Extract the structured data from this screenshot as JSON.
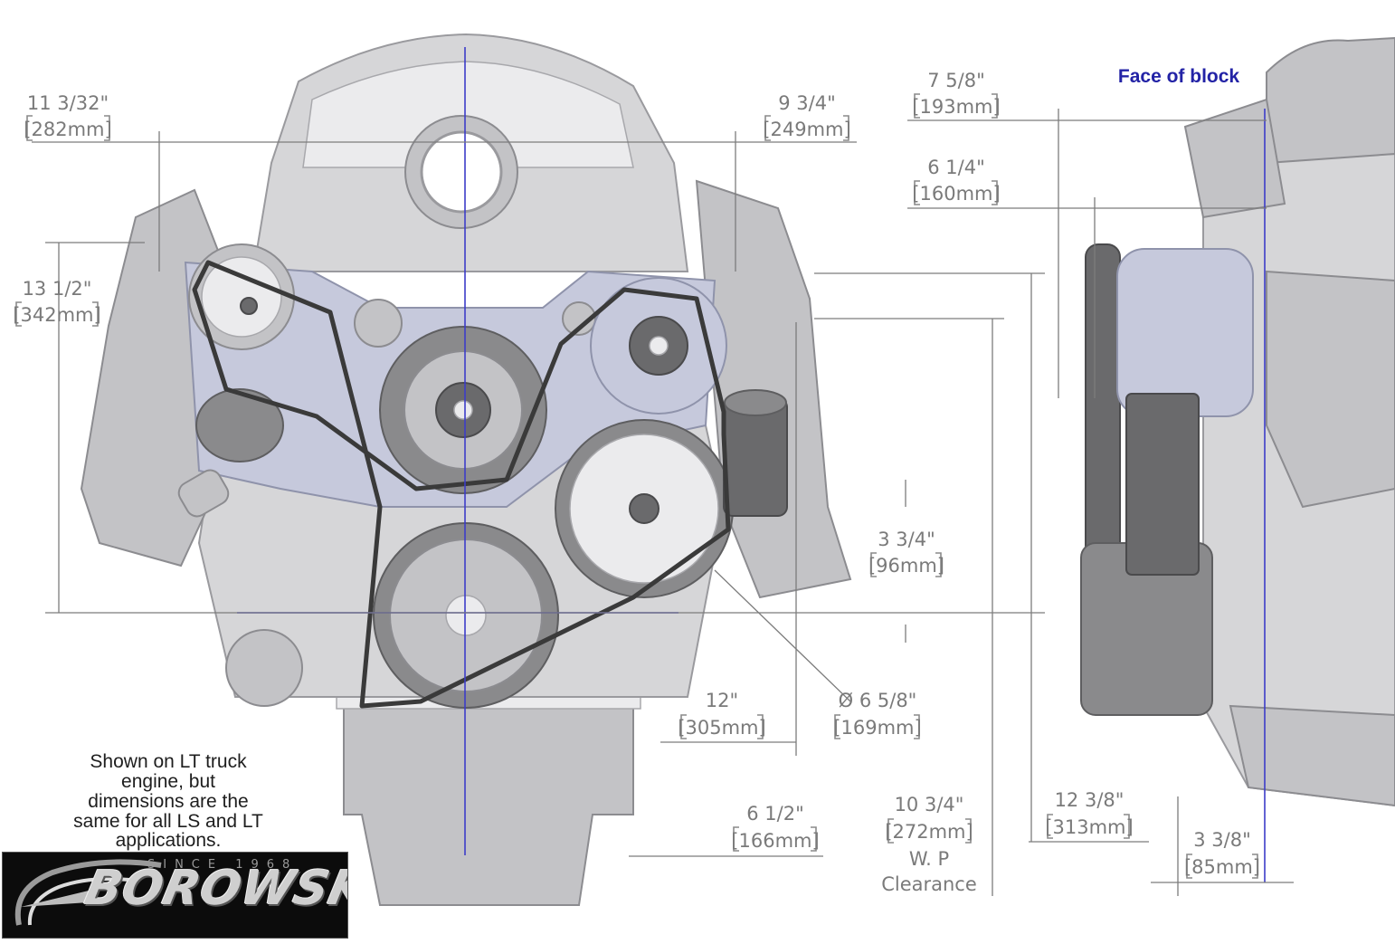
{
  "labels": {
    "face_of_block": "Face of block",
    "top_left": [
      "11 3/32\"",
      "[282mm]"
    ],
    "top_mid": [
      "9 3/4\"",
      "[249mm]"
    ],
    "right_top1": [
      "7 5/8\"",
      "[193mm]"
    ],
    "right_top2": [
      "6 1/4\"",
      "[160mm]"
    ],
    "left_height": [
      "13 1/2\"",
      "[342mm]"
    ],
    "mid_right": [
      "3 3/4\"",
      "[96mm]"
    ],
    "bottom_12": [
      "12\"",
      "[305mm]"
    ],
    "pulley_dia": [
      "Ø 6 5/8\"",
      "[169mm]"
    ],
    "bottom_6_5": [
      "6 1/2\"",
      "[166mm]"
    ],
    "bottom_10_75": [
      "10 3/4\"",
      "[272mm]",
      "W. P",
      "Clearance"
    ],
    "bottom_12_38": [
      "12 3/8\"",
      "[313mm]"
    ],
    "bottom_3_38": [
      "3 3/8\"",
      "[85mm]"
    ]
  },
  "note": [
    "Shown on LT truck",
    "engine, but",
    "dimensions are the",
    "same for all LS and LT",
    "applications."
  ],
  "logo": {
    "since": "SINCE 1968",
    "brand": "BOROWSKI"
  },
  "colors": {
    "centerline": "#3c3cc8",
    "face_label": "#2323a6",
    "dimension": "#7a7a7a",
    "logo_bg": "#0c0c0c"
  }
}
